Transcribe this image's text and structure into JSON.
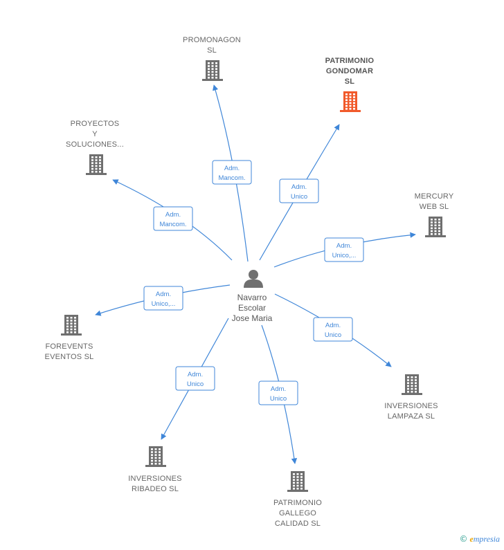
{
  "colors": {
    "edge": "#3f86d8",
    "building": "#6f6f6f",
    "building_highlight": "#f15a2b",
    "person": "#707070",
    "text": "#666666"
  },
  "center": {
    "icon": "person-icon",
    "lines": [
      "Navarro",
      "Escolar",
      "Jose Maria"
    ]
  },
  "companies": [
    {
      "id": "promonagon",
      "lines": [
        "PROMONAGON",
        "SL"
      ],
      "highlight": false,
      "edge_label": [
        "Adm.",
        "Mancom."
      ]
    },
    {
      "id": "patrimonio-gondomar",
      "lines": [
        "PATRIMONIO",
        "GONDOMAR",
        "SL"
      ],
      "highlight": true,
      "edge_label": [
        "Adm.",
        "Unico"
      ]
    },
    {
      "id": "proyectos-y-soluciones",
      "lines": [
        "PROYECTOS",
        "Y",
        "SOLUCIONES..."
      ],
      "highlight": false,
      "edge_label": [
        "Adm.",
        "Mancom."
      ]
    },
    {
      "id": "mercury-web",
      "lines": [
        "MERCURY",
        "WEB  SL"
      ],
      "highlight": false,
      "edge_label": [
        "Adm.",
        "Unico,..."
      ]
    },
    {
      "id": "forevents-eventos",
      "lines": [
        "FOREVENTS",
        "EVENTOS  SL"
      ],
      "highlight": false,
      "edge_label": [
        "Adm.",
        "Unico,..."
      ]
    },
    {
      "id": "inversiones-lampaza",
      "lines": [
        "INVERSIONES",
        "LAMPAZA  SL"
      ],
      "highlight": false,
      "edge_label": [
        "Adm.",
        "Unico"
      ]
    },
    {
      "id": "inversiones-ribadeo",
      "lines": [
        "INVERSIONES",
        "RIBADEO  SL"
      ],
      "highlight": false,
      "edge_label": [
        "Adm.",
        "Unico"
      ]
    },
    {
      "id": "patrimonio-gallego-calidad",
      "lines": [
        "PATRIMONIO",
        "GALLEGO",
        "CALIDAD  SL"
      ],
      "highlight": false,
      "edge_label": [
        "Adm.",
        "Unico"
      ]
    }
  ],
  "watermark": {
    "symbol": "©",
    "brand_initial": "e",
    "brand_rest": "mpresia"
  }
}
